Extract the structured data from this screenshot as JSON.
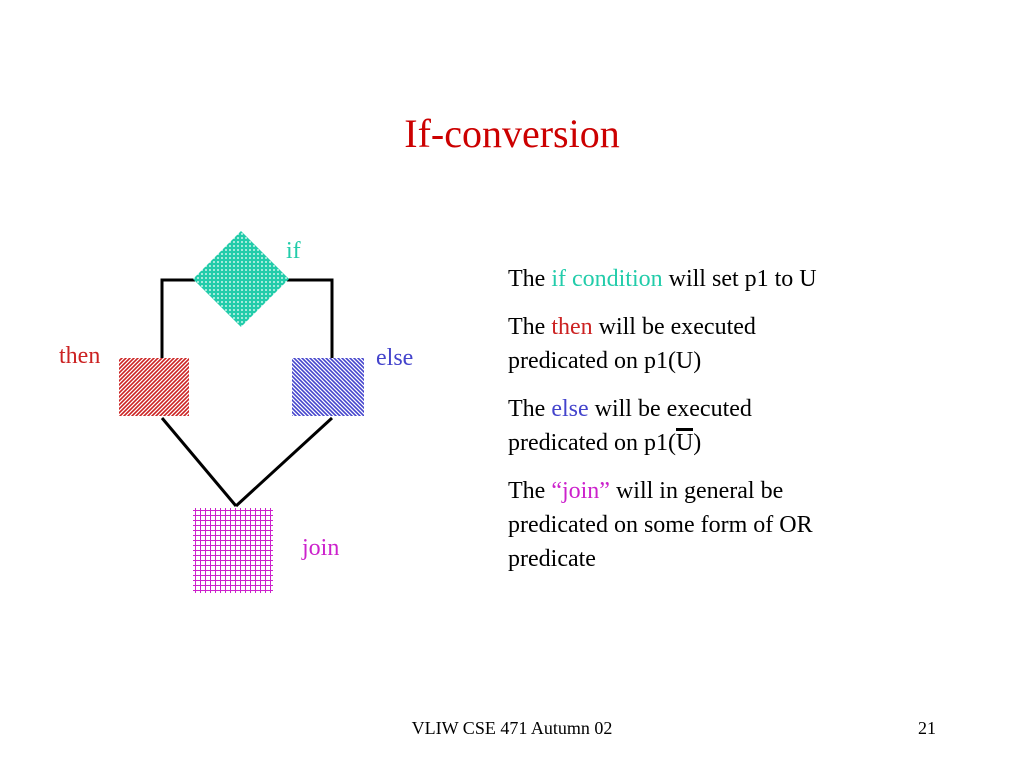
{
  "slide": {
    "title": "If-conversion",
    "footer": "VLIW CSE 471 Autumn 02",
    "page_number": "21"
  },
  "colors": {
    "title": "#cc0000",
    "if": "#22ccaa",
    "then": "#cc2222",
    "else": "#4444cc",
    "join": "#cc22cc",
    "text": "#000000"
  },
  "diagram": {
    "nodes": {
      "if_label": "if",
      "then_label": "then",
      "else_label": "else",
      "join_label": "join"
    }
  },
  "bullets": {
    "p1": {
      "pre": "The ",
      "hl": "if condition",
      "post": " will set p1 to U"
    },
    "p2": {
      "pre": "The ",
      "hl": "then",
      "post": " will be executed predicated on  p1(U)"
    },
    "p3": {
      "pre": "The ",
      "hl": "else",
      "post": " will be executed predicated on p1(",
      "bar": "U",
      "end": ")"
    },
    "p4": {
      "pre": "The ",
      "hl": "“join”",
      "post": " will in general be predicated on some form of OR predicate"
    }
  }
}
